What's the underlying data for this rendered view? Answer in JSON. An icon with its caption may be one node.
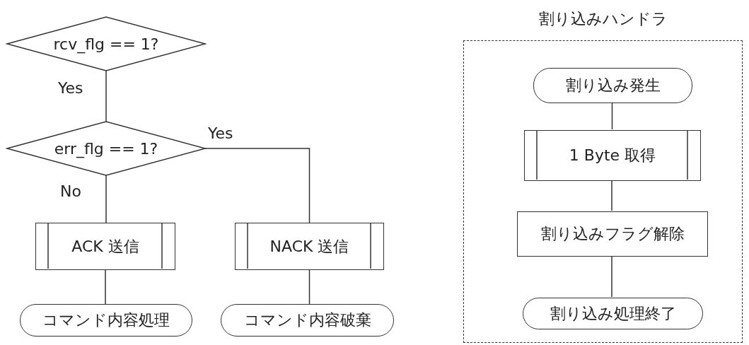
{
  "diagram": {
    "nodes": [
      {
        "text": [
          "rcv_flg == 1?"
        ]
      },
      {
        "text": [
          "err_flg == 1?"
        ]
      },
      {
        "text": [
          "ACK 送信"
        ]
      },
      {
        "text": [
          "NACK 送信"
        ]
      },
      {
        "text": [
          "コマンド内容処理"
        ]
      },
      {
        "text": [
          "コマンド内容破棄"
        ]
      },
      {
        "text": [
          "割り込みハンドラ"
        ]
      },
      {
        "text": [
          "割り込み発生"
        ],
        "in": 6
      },
      {
        "text": [
          "1 Byte 取得"
        ],
        "in": 6
      },
      {
        "text": [
          "割り込みフラグ解除"
        ],
        "in": 6
      },
      {
        "text": [
          "割り込み処理終了"
        ],
        "in": 6
      }
    ],
    "edges": [
      {
        "from": 0,
        "to": 1,
        "arrow": "none",
        "label": "Yes"
      },
      {
        "from": 1,
        "to": 2,
        "arrow": "none",
        "label": "No"
      },
      {
        "from": 1,
        "to": 3,
        "arrow": "none",
        "label": "Yes"
      },
      {
        "from": 2,
        "to": 4,
        "arrow": "none"
      },
      {
        "from": 3,
        "to": 5,
        "arrow": "none"
      },
      {
        "from": 7,
        "to": 8,
        "arrow": "none"
      },
      {
        "from": 8,
        "to": 9,
        "arrow": "none"
      },
      {
        "from": 9,
        "to": 10,
        "arrow": "none"
      }
    ]
  }
}
